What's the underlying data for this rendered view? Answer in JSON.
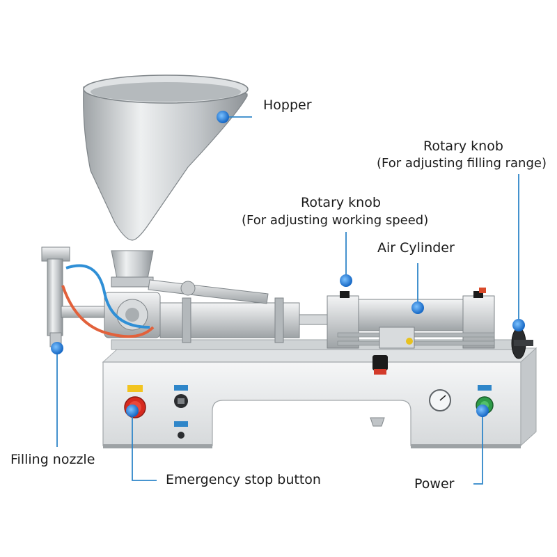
{
  "colors": {
    "background": "#ffffff",
    "steel_light": "#e9ebec",
    "steel_mid": "#b9bdc0",
    "steel_dark": "#8a8f93",
    "callout": "#2f86c9",
    "dot": "#1f7fd0",
    "text": "#1a1a1a"
  },
  "labels": {
    "hopper": "Hopper",
    "knob_range_title": "Rotary knob",
    "knob_range_sub": "(For adjusting filling range)",
    "knob_speed_title": "Rotary knob",
    "knob_speed_sub": "(For adjusting working speed)",
    "air_cylinder": "Air Cylinder",
    "filling_nozzle": "Filling nozzle",
    "emergency_stop": "Emergency stop button",
    "power": "Power"
  },
  "icons": {
    "callout_marker": "blue-dot-icon",
    "emergency_button": "red-mushroom-button-icon",
    "power_button": "green-button-icon",
    "pressure_gauge": "gauge-icon"
  }
}
